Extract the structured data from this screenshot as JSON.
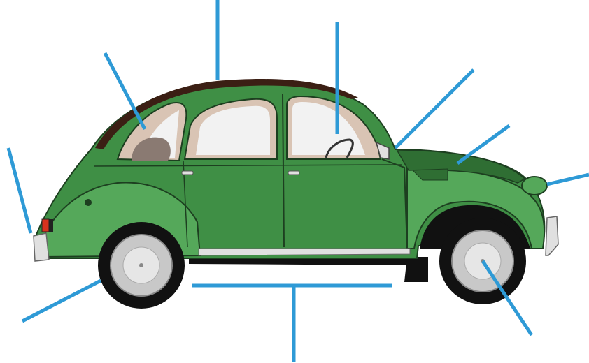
{
  "diagram": {
    "subject": "car-side-view",
    "colors": {
      "body": "#3f8f45",
      "body_dark": "#2f6e33",
      "body_light": "#55a85a",
      "roof": "#3b1f14",
      "interior": "#d9c4b4",
      "glass": "#f2f2f2",
      "tire": "#111111",
      "hub": "#c8c8c8",
      "chrome": "#e0e0e0",
      "taillight": "#d8321e",
      "leader": "#2e9ad6"
    },
    "callouts": [
      {
        "id": "roof",
        "label": ""
      },
      {
        "id": "rear-window",
        "label": ""
      },
      {
        "id": "side-window",
        "label": ""
      },
      {
        "id": "side-mirror",
        "label": ""
      },
      {
        "id": "bonnet",
        "label": ""
      },
      {
        "id": "headlight",
        "label": ""
      },
      {
        "id": "rear-bumper",
        "label": ""
      },
      {
        "id": "rear-wheel",
        "label": ""
      },
      {
        "id": "chassis",
        "label": ""
      },
      {
        "id": "front-wheel",
        "label": ""
      }
    ]
  }
}
